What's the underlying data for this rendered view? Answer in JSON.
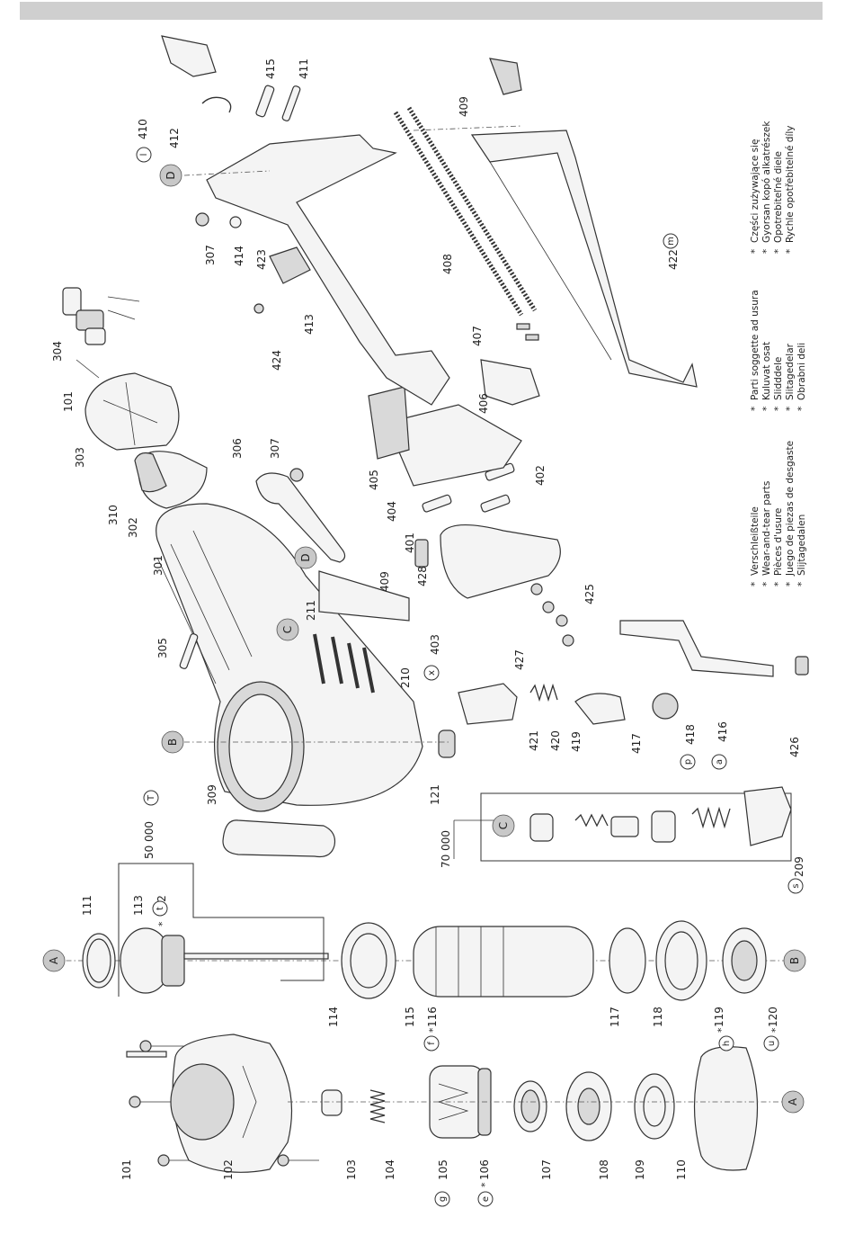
{
  "part_labels": {
    "p101a": "101",
    "p102": "102",
    "p103": "103",
    "p104": "104",
    "p105": "105",
    "p106": "106",
    "p107": "107",
    "p108": "108",
    "p109": "109",
    "p110": "110",
    "p111": "111",
    "p112": "112",
    "p113": "113",
    "p114": "114",
    "p115": "115",
    "p116": "116",
    "p117": "117",
    "p118": "118",
    "p119": "119",
    "p120": "120",
    "p121": "121",
    "p209": "209",
    "p210": "210",
    "p211": "211",
    "p301": "301",
    "p302": "302",
    "p303": "303",
    "p304": "304",
    "p305": "305",
    "p306": "306",
    "p307a": "307",
    "p307b": "307",
    "p309": "309",
    "p310": "310",
    "p101b": "101",
    "p401": "401",
    "p402": "402",
    "p403": "403",
    "p404": "404",
    "p405": "405",
    "p406": "406",
    "p407": "407",
    "p408": "408",
    "p409a": "409",
    "p409b": "409",
    "p410": "410",
    "p411": "411",
    "p412": "412",
    "p413": "413",
    "p414": "414",
    "p415": "415",
    "p416": "416",
    "p417": "417",
    "p418": "418",
    "p419": "419",
    "p420": "420",
    "p421": "421",
    "p422": "422",
    "p423": "423",
    "p424": "424",
    "p425": "425",
    "p426": "426",
    "p427": "427",
    "p428": "428"
  },
  "callouts": {
    "A": "A",
    "B": "B",
    "C": "C",
    "D": "D"
  },
  "small_markers": {
    "g": "g",
    "e": "e",
    "f": "f",
    "h": "h",
    "u": "u",
    "t": "t",
    "s": "s",
    "x": "x",
    "p": "p",
    "a": "a",
    "m": "m",
    "l": "l"
  },
  "asterisk": "*",
  "stroke_counts": {
    "s50000": "50 000",
    "s70000": "70 000",
    "T": "T"
  },
  "legend_1": [
    "Verschleißteile",
    "Wear-and-tear parts",
    "Pièces d'usure",
    "Juego de piezas de desgaste",
    "Slijtagedalen"
  ],
  "legend_2": [
    "Parti soggette ad usura",
    "Kuluvat osat",
    "Slidddele",
    "Slitagedelar",
    "Obrabni deli"
  ],
  "legend_3": [
    "Części zużywające się",
    "Gyorsan kopó alkatrészek",
    "Opotrebiteľné diele",
    "Rychle opotřebitelné díly"
  ],
  "colors": {
    "header_bar": "#cfcfcf",
    "callout_fill": "#c8c8c8",
    "line": "#333333"
  }
}
